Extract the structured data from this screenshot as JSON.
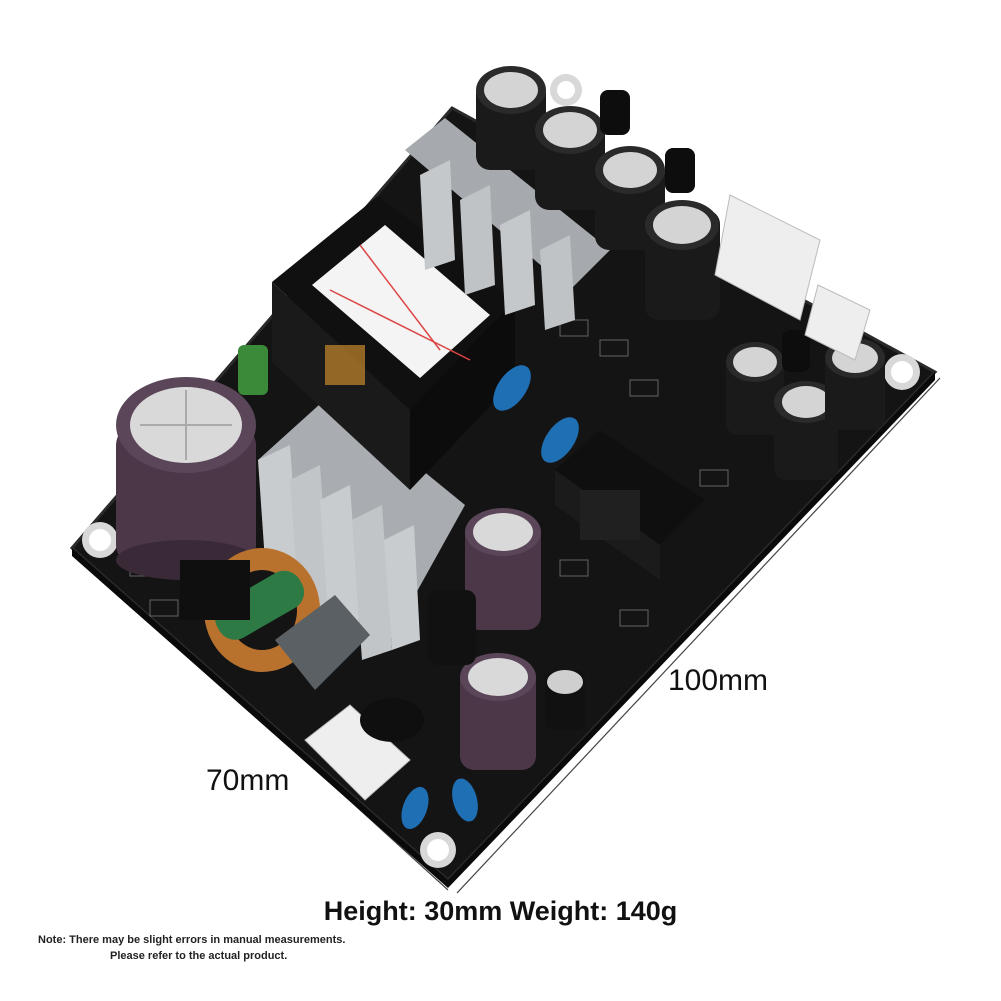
{
  "dimensions": {
    "length_label": "100mm",
    "width_label": "70mm"
  },
  "specs": {
    "height_weight": "Height: 30mm Weight: 140g"
  },
  "note": {
    "line1": "Note: There may be slight errors in manual measurements.",
    "line2": "Please refer to the actual product."
  },
  "colors": {
    "pcb": "#141414",
    "heatsink": "#b9bcc0",
    "capacitor_purple": "#4b3748",
    "transformer": "#101010",
    "connector": "#eeeeee",
    "y_capacitor": "#1f6fb5",
    "inductor_copper": "#b8722e",
    "inductor_green": "#2d7a45"
  }
}
